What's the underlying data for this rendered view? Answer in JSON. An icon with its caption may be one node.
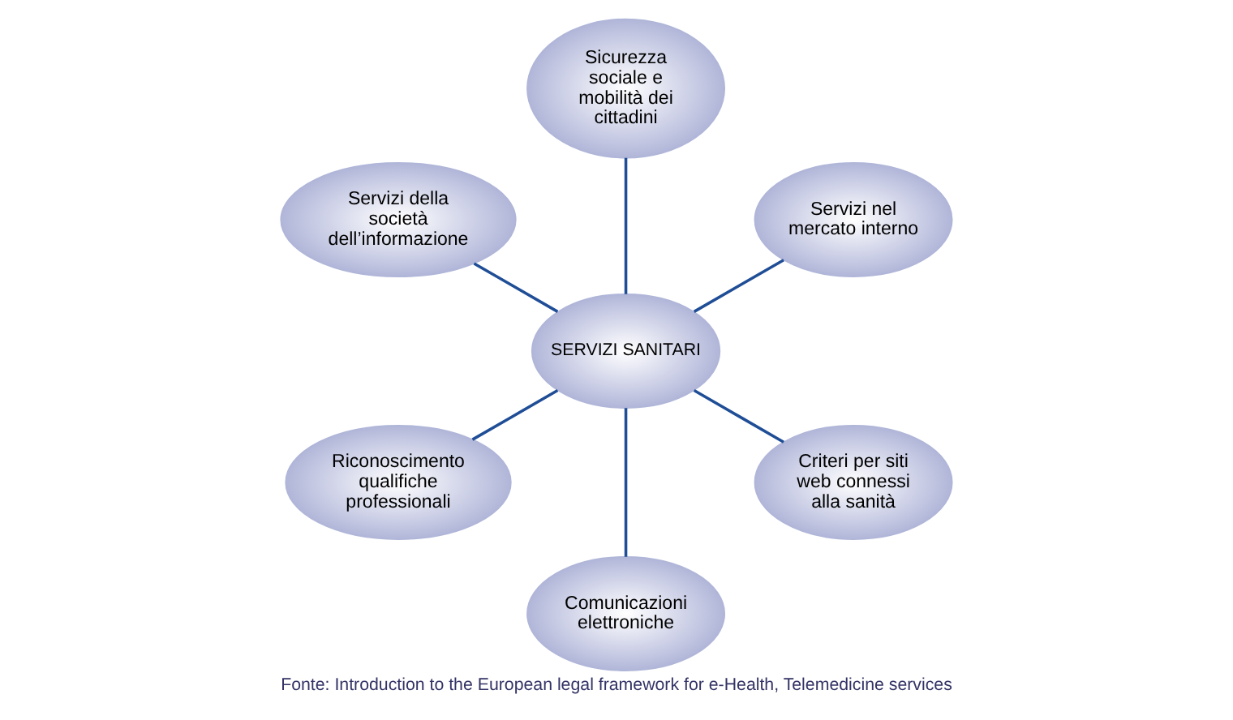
{
  "diagram": {
    "caption": "Fonte: Introduction to the European legal framework for e-Health, Telemedicine services",
    "nodes": [
      {
        "text": [
          "Servizi nel mercato interno"
        ]
      },
      {
        "text": [
          "Sicurezza sociale e mobilità dei cittadini"
        ]
      },
      {
        "text": [
          "Servizi della società dell’informazione"
        ]
      },
      {
        "text": [
          "SERVIZI SANITARI"
        ]
      },
      {
        "text": [
          "Riconoscimento qualifiche professionali"
        ]
      },
      {
        "text": [
          "Comunicazioni elettroniche"
        ]
      },
      {
        "text": [
          "Criteri per siti web connessi alla sanità"
        ]
      }
    ],
    "edges": [
      {
        "from": 3,
        "to": 0,
        "arrow": "none"
      },
      {
        "from": 3,
        "to": 1,
        "arrow": "none"
      },
      {
        "from": 3,
        "to": 2,
        "arrow": "none"
      },
      {
        "from": 3,
        "to": 4,
        "arrow": "none"
      },
      {
        "from": 3,
        "to": 5,
        "arrow": "none"
      },
      {
        "from": 3,
        "to": 6,
        "arrow": "none"
      }
    ]
  }
}
